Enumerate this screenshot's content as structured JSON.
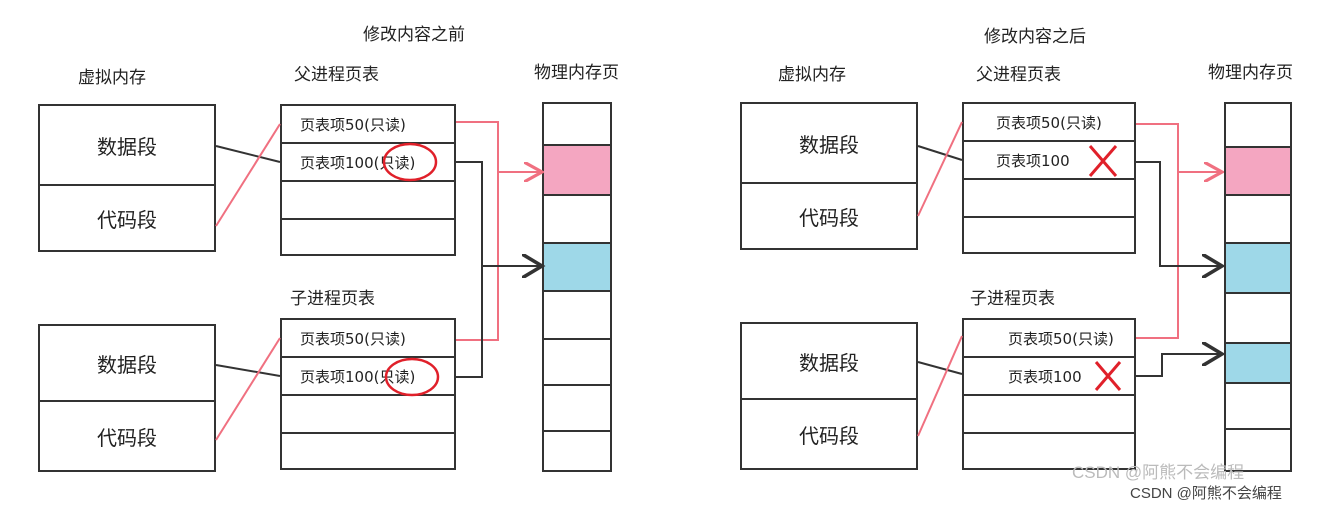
{
  "before": {
    "title": "修改内容之前",
    "virtual_memory_label": "虚拟内存",
    "parent_table_label": "父进程页表",
    "child_table_label": "子进程页表",
    "physical_label": "物理内存页",
    "vm_segments": [
      "数据段",
      "代码段"
    ],
    "parent_entries": [
      "页表项50(只读)",
      "页表项100(只读)",
      "",
      ""
    ],
    "child_entries": [
      "页表项50(只读)",
      "页表项100(只读)",
      "",
      ""
    ]
  },
  "after": {
    "title": "修改内容之后",
    "virtual_memory_label": "虚拟内存",
    "parent_table_label": "父进程页表",
    "child_table_label": "子进程页表",
    "physical_label": "物理内存页",
    "vm_segments": [
      "数据段",
      "代码段"
    ],
    "parent_entries": [
      "页表项50(只读)",
      "页表项100",
      "",
      ""
    ],
    "child_entries": [
      "页表项50(只读)",
      "页表项100",
      "",
      ""
    ]
  },
  "watermark": "CSDN @阿熊不会编程",
  "colors": {
    "pink": "#f4a6c1",
    "blue": "#9ed8e8",
    "red_line": "#f07080",
    "mark_red": "#e0202a"
  }
}
